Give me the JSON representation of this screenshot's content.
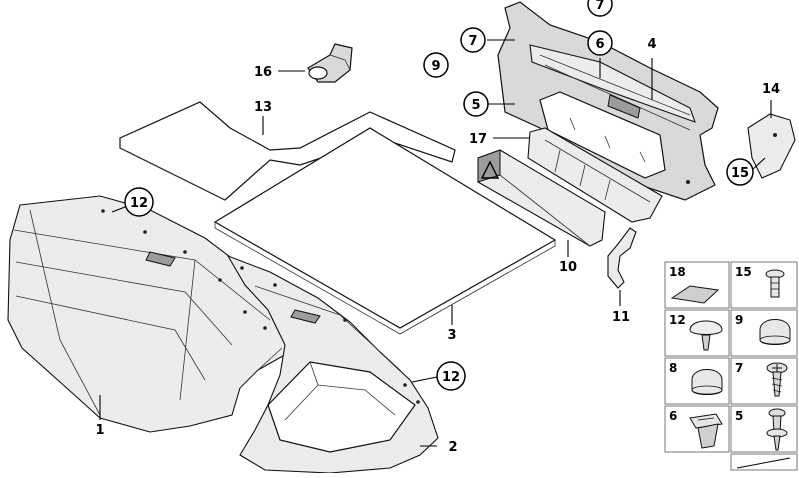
{
  "callouts": [
    {
      "id": "c1",
      "label": "1"
    },
    {
      "id": "c2",
      "label": "2"
    },
    {
      "id": "c3",
      "label": "3"
    },
    {
      "id": "c4",
      "label": "4"
    },
    {
      "id": "c5",
      "label": "5"
    },
    {
      "id": "c6",
      "label": "6"
    },
    {
      "id": "c7a",
      "label": "7"
    },
    {
      "id": "c7b",
      "label": "7"
    },
    {
      "id": "c9",
      "label": "9"
    },
    {
      "id": "c10",
      "label": "10"
    },
    {
      "id": "c11",
      "label": "11"
    },
    {
      "id": "c12a",
      "label": "12"
    },
    {
      "id": "c12b",
      "label": "12"
    },
    {
      "id": "c13",
      "label": "13"
    },
    {
      "id": "c14",
      "label": "14"
    },
    {
      "id": "c15",
      "label": "15"
    },
    {
      "id": "c16",
      "label": "16"
    },
    {
      "id": "c17",
      "label": "17"
    }
  ],
  "legend": [
    {
      "label": "18"
    },
    {
      "label": "15"
    },
    {
      "label": "12"
    },
    {
      "label": "9"
    },
    {
      "label": "8"
    },
    {
      "label": "7"
    },
    {
      "label": "6"
    },
    {
      "label": "5"
    }
  ]
}
